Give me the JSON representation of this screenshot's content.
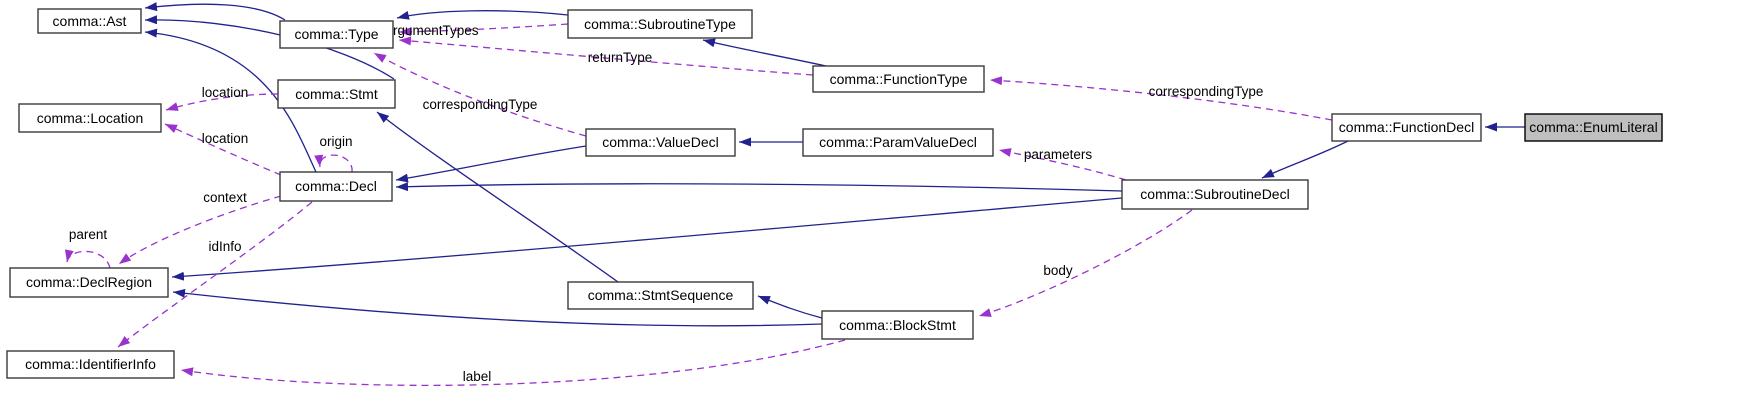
{
  "diagram": {
    "type": "class-collaboration-graph",
    "focus_class": "comma::EnumLiteral",
    "colors": {
      "inheritance_edge": "#22228f",
      "usage_edge": "#9a32cd",
      "node_fill": "#ffffff",
      "node_border": "#3a3a3a",
      "highlight_fill": "#bfbfbf"
    },
    "nodes": {
      "ast": {
        "label": "comma::Ast"
      },
      "type": {
        "label": "comma::Type"
      },
      "subroutine_type": {
        "label": "comma::SubroutineType"
      },
      "function_type": {
        "label": "comma::FunctionType"
      },
      "location": {
        "label": "comma::Location"
      },
      "stmt": {
        "label": "comma::Stmt"
      },
      "value_decl": {
        "label": "comma::ValueDecl"
      },
      "param_value_decl": {
        "label": "comma::ParamValueDecl"
      },
      "function_decl": {
        "label": "comma::FunctionDecl"
      },
      "enum_literal": {
        "label": "comma::EnumLiteral"
      },
      "decl": {
        "label": "comma::Decl"
      },
      "subroutine_decl": {
        "label": "comma::SubroutineDecl"
      },
      "decl_region": {
        "label": "comma::DeclRegion"
      },
      "stmt_sequence": {
        "label": "comma::StmtSequence"
      },
      "block_stmt": {
        "label": "comma::BlockStmt"
      },
      "identifier_info": {
        "label": "comma::IdentifierInfo"
      }
    },
    "edge_labels": {
      "argument_types": {
        "text": "argumentTypes"
      },
      "return_type": {
        "text": "returnType"
      },
      "corresponding_type_right": {
        "text": "correspondingType"
      },
      "corresponding_type_left": {
        "text": "correspondingType"
      },
      "location_stmt": {
        "text": "location"
      },
      "location_decl": {
        "text": "location"
      },
      "origin": {
        "text": "origin"
      },
      "context": {
        "text": "context"
      },
      "parent": {
        "text": "parent"
      },
      "id_info": {
        "text": "idInfo"
      },
      "parameters": {
        "text": "parameters"
      },
      "body": {
        "text": "body"
      },
      "label": {
        "text": "label"
      }
    }
  }
}
